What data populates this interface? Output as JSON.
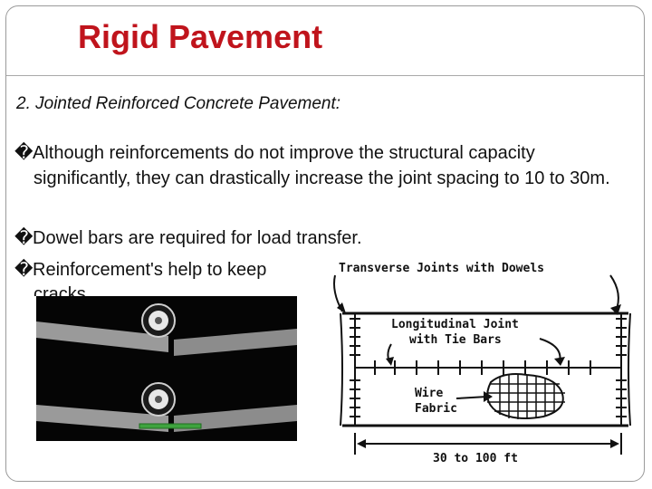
{
  "slide": {
    "title": "Rigid Pavement",
    "subtitle": "2. Jointed Reinforced Concrete Pavement:",
    "bullet_marker": "�",
    "bullets": [
      {
        "line1": "Although reinforcements do not improve the structural capacity",
        "cont": "significantly, they can drastically increase the joint spacing to 10 to 30m."
      },
      {
        "line1": "Dowel bars are required for load transfer."
      },
      {
        "line1": "Reinforcement's help to keep",
        "cont": "cracks"
      }
    ]
  },
  "diagram": {
    "top_label": "Transverse Joints with Dowels",
    "longitudinal_label_1": "Longitudinal Joint",
    "longitudinal_label_2": "with Tie Bars",
    "fabric_label_1": "Wire",
    "fabric_label_2": "Fabric",
    "dimension_label": "30 to 100 ft"
  },
  "colors": {
    "title": "#c0141c",
    "text": "#111111",
    "panel_bg": "#050505",
    "slab": "#9a9a9a",
    "dowel": "#3fa33f"
  }
}
